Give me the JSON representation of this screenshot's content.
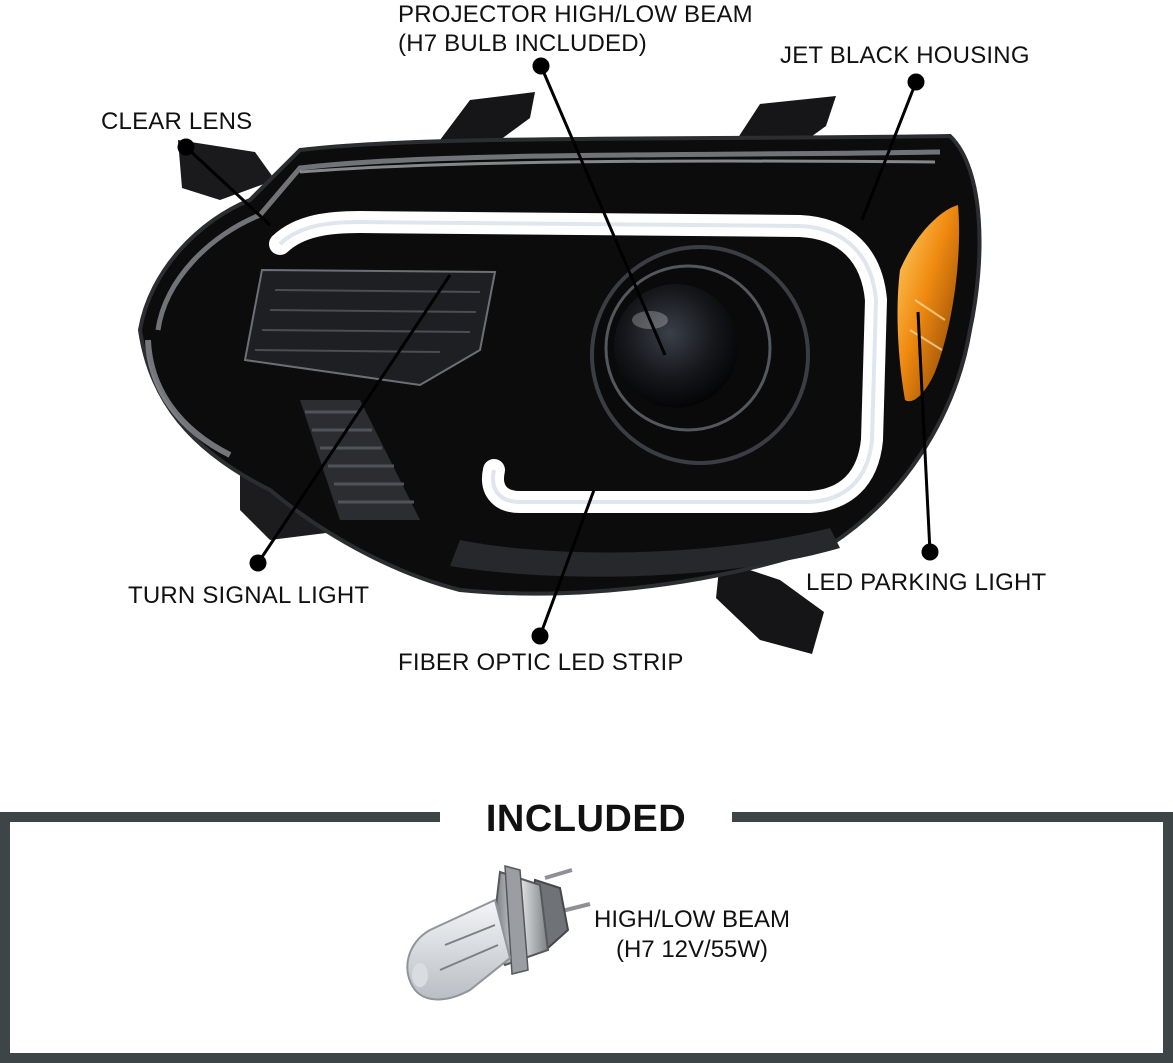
{
  "callouts": {
    "projector": {
      "line1": "PROJECTOR HIGH/LOW BEAM",
      "line2": "(H7 BULB INCLUDED)"
    },
    "housing": "JET BLACK HOUSING",
    "lens": "CLEAR LENS",
    "turn_signal": "TURN SIGNAL LIGHT",
    "parking": "LED PARKING LIGHT",
    "fiber": "FIBER OPTIC LED STRIP"
  },
  "included": {
    "title": "INCLUDED",
    "bulb_line1": "HIGH/LOW BEAM",
    "bulb_line2": "(H7 12V/55W)"
  },
  "colors": {
    "frame": "#3d4546",
    "housing": "#0c0c0d",
    "amber": "#f08a10",
    "led": "#ffffff",
    "text": "#111111"
  }
}
